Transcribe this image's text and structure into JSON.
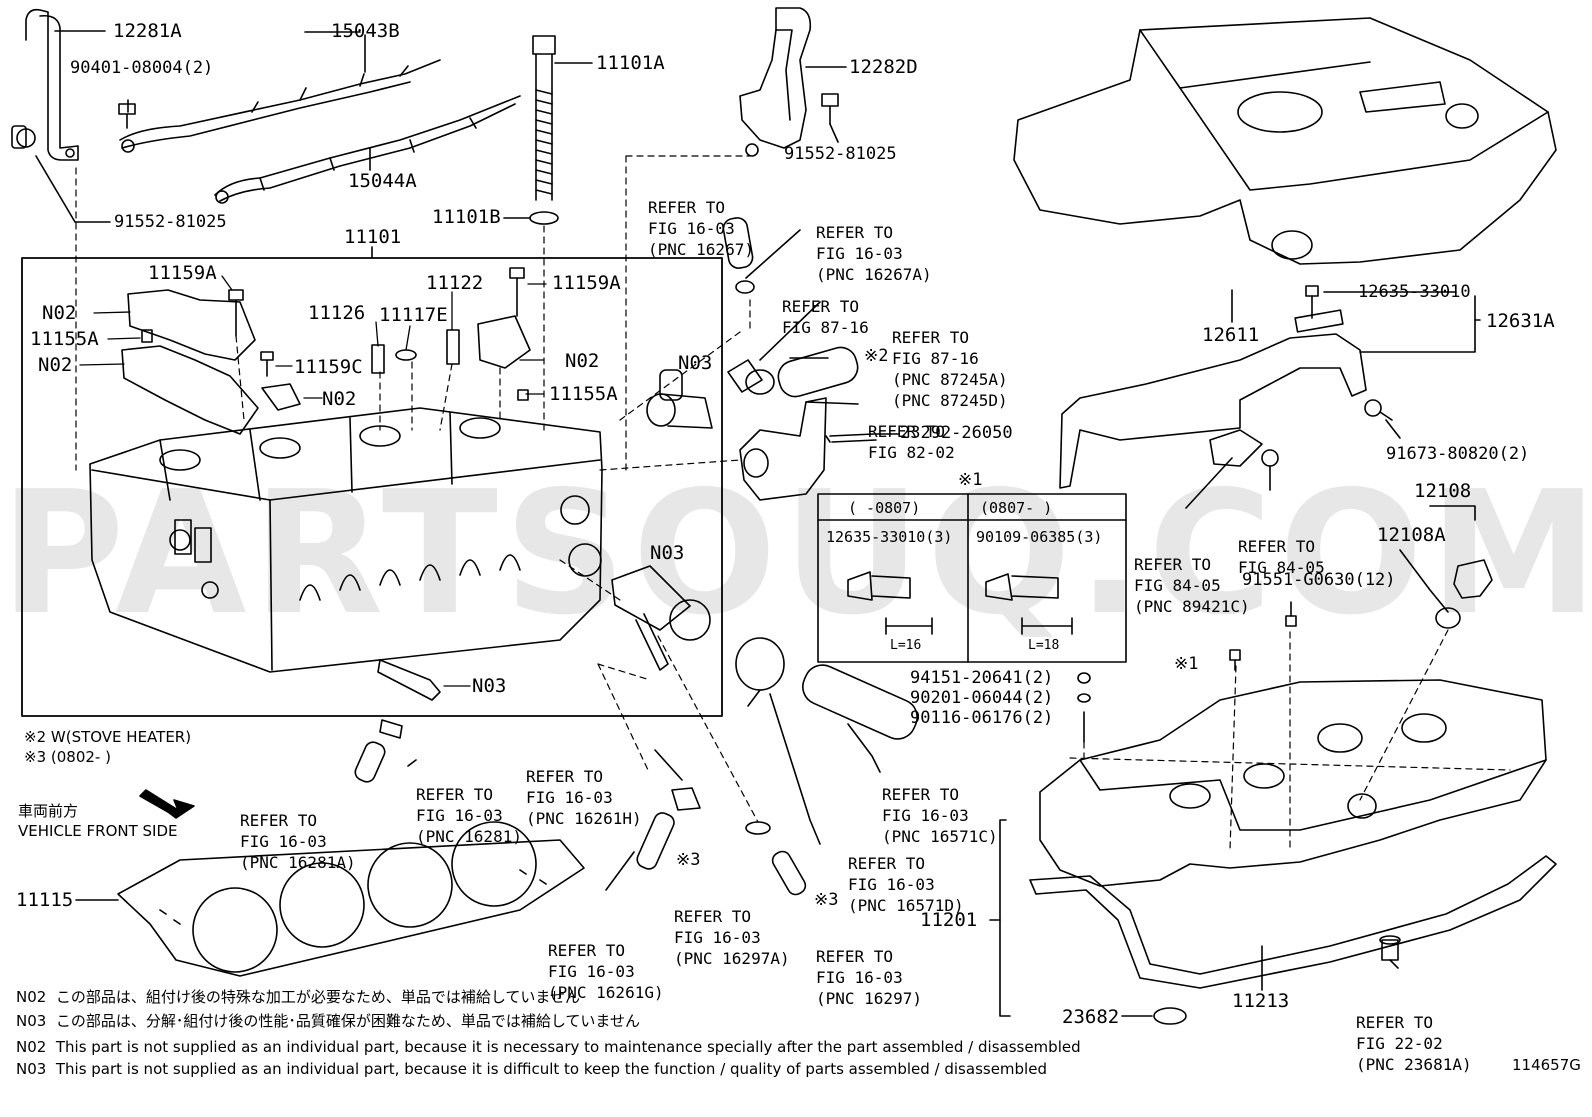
{
  "watermark": "PARTSOUQ.COM",
  "diagram_id": "114657G",
  "part_labels": {
    "p12281A": "12281A",
    "p15043B": "15043B",
    "p90401": "90401-08004(2)",
    "p11101A": "11101A",
    "p12282D": "12282D",
    "p15044A": "15044A",
    "p91552_r": "91552-81025",
    "p91552_l": "91552-81025",
    "p11101B": "11101B",
    "p11101": "11101",
    "p11159A_l": "11159A",
    "p11159A_r": "11159A",
    "p11122": "11122",
    "p11126": "11126",
    "p11117E": "11117E",
    "p02_a": "N02",
    "p11155A_l": "11155A",
    "p02_b": "N02",
    "p11159C": "11159C",
    "p02_c": "N02",
    "p02_d": "N02",
    "p11155A_r": "11155A",
    "n03_a": "N03",
    "n03_b": "N03",
    "n03_c": "N03",
    "p23292": "23292-26050",
    "p12635_top": "12635-33010",
    "p12631A": "12631A",
    "p12611": "12611",
    "p91673": "91673-80820(2)",
    "p12108": "12108",
    "p12108A": "12108A",
    "p91551": "91551-G0630(12)",
    "p94151": "94151-20641(2)",
    "p90201": "90201-06044(2)",
    "p90116": "90116-06176(2)",
    "p11115": "11115",
    "p11201": "11201",
    "p11213": "11213",
    "p23682": "23682",
    "star1_top": "※1",
    "star1_side": "※1",
    "star2": "※2",
    "star3_a": "※3",
    "star3_b": "※3"
  },
  "refer_notes": {
    "r16267": [
      "REFER TO",
      "FIG 16-03",
      "(PNC 16267)"
    ],
    "r16267A": [
      "REFER TO",
      "FIG 16-03",
      "(PNC 16267A)"
    ],
    "r87_16": [
      "REFER TO",
      "FIG 87-16"
    ],
    "r87245": [
      "REFER TO",
      "FIG 87-16",
      "(PNC 87245A)",
      "(PNC 87245D)"
    ],
    "r82_02": [
      "REFER TO",
      "FIG 82-02"
    ],
    "r84_05a": [
      "REFER TO",
      "FIG 84-05",
      "(PNC 89421C)"
    ],
    "r84_05b": [
      "REFER TO",
      "FIG 84-05"
    ],
    "r16281": [
      "REFER TO",
      "FIG 16-03",
      "(PNC 16281)"
    ],
    "r16261H": [
      "REFER TO",
      "FIG 16-03",
      "(PNC 16261H)"
    ],
    "r16281A": [
      "REFER TO",
      "FIG 16-03",
      "(PNC 16281A)"
    ],
    "r16571C": [
      "REFER TO",
      "FIG 16-03",
      "(PNC 16571C)"
    ],
    "r16571D": [
      "REFER TO",
      "FIG 16-03",
      "(PNC 16571D)"
    ],
    "r16261G": [
      "REFER TO",
      "FIG 16-03",
      "(PNC 16261G)"
    ],
    "r16297A": [
      "REFER TO",
      "FIG 16-03",
      "(PNC 16297A)"
    ],
    "r16297": [
      "REFER TO",
      "FIG 16-03",
      "(PNC 16297)"
    ],
    "r22_02": [
      "REFER TO",
      "FIG 22-02",
      "(PNC 23681A)"
    ]
  },
  "inset_table": {
    "col1_header": "(   -0807)",
    "col2_header": "(0807-     )",
    "col1_part": "12635-33010(3)",
    "col2_part": "90109-06385(3)",
    "col1_length": "L=16",
    "col2_length": "L=18"
  },
  "remarks": {
    "star2_line": "※2 W(STOVE HEATER)",
    "star3_line": "※3 (0802-      )",
    "front_jp": "車両前方",
    "front_en": "VEHICLE FRONT SIDE"
  },
  "footnotes": [
    {
      "code": "N02",
      "text": "この部品は、組付け後の特殊な加工が必要なため、単品では補給していません"
    },
    {
      "code": "N03",
      "text": "この部品は、分解･組付け後の性能･品質確保が困難なため、単品では補給していません"
    },
    {
      "code": "N02",
      "text": "This part is not supplied as an individual part, because it is necessary to maintenance specially after the part assembled / disassembled"
    },
    {
      "code": "N03",
      "text": "This part is not supplied as an individual part, because it is difficult to keep the function / quality of parts  assembled / disassembled"
    }
  ],
  "icons": {
    "front_arrow": "arrow-down-right-icon",
    "engine_cover_logo": "d4d-logo-icon"
  }
}
